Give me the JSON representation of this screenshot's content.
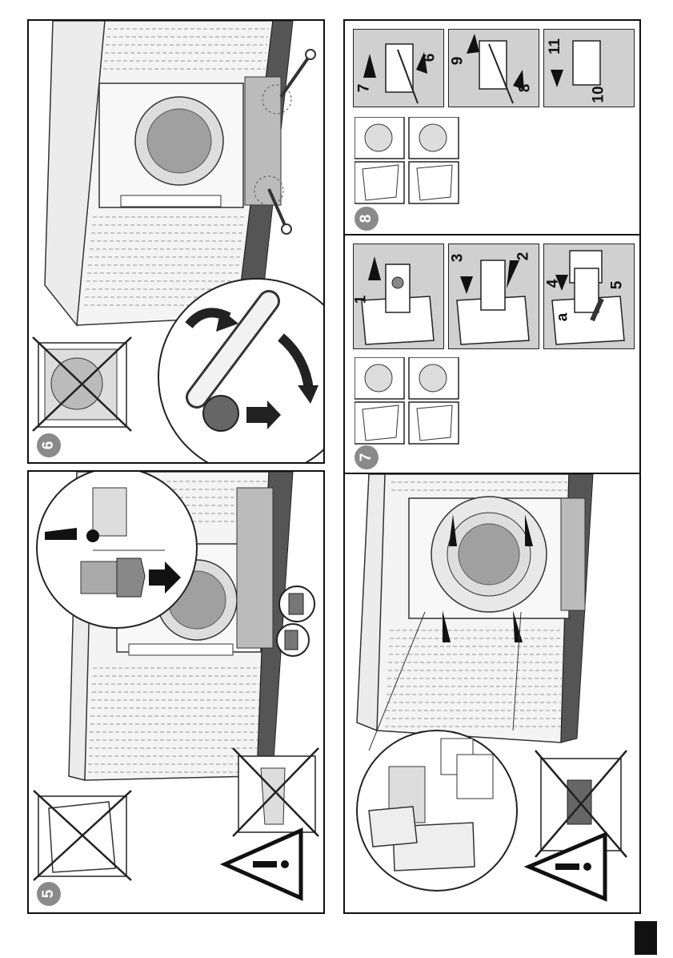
{
  "page": {
    "steps": [
      "5",
      "6",
      "7",
      "8"
    ]
  },
  "step6": {
    "badge": "6",
    "icons": [
      "washer-door-open-crossed-icon",
      "wrench-rotate-icon",
      "screw-detail-icon"
    ]
  },
  "step5": {
    "badge": "5",
    "icons": [
      "attention-dot-icon",
      "bolt-push-icon",
      "screw-cap-icon",
      "door-crossed-icon",
      "drill-crossed-icon",
      "warning-triangle-icon"
    ]
  },
  "step8": {
    "badge": "8",
    "numbers": [
      "7",
      "6",
      "9",
      "8",
      "11",
      "10"
    ],
    "icons": [
      "hinge-cover-icon",
      "door-hinge-left-icon",
      "door-hinge-right-icon"
    ]
  },
  "step7": {
    "badge": "7",
    "numbers": [
      "1",
      "3",
      "2",
      "4",
      "5"
    ],
    "label_a": "a",
    "icons": [
      "hinge-plate-icon",
      "door-hinge-left-icon",
      "door-hinge-right-icon"
    ]
  },
  "bottom_right": {
    "icons": [
      "washer-front-icon",
      "hinge-detail-icon",
      "hinge-cover-crossed-icon",
      "warning-triangle-icon"
    ]
  },
  "colors": {
    "panel_border": "#111111",
    "badge": "#8a8a8a",
    "cabinet_gray": "#e6e6e6",
    "cabinet_dark": "#555555",
    "sub_bg": "#d0d0d0"
  }
}
